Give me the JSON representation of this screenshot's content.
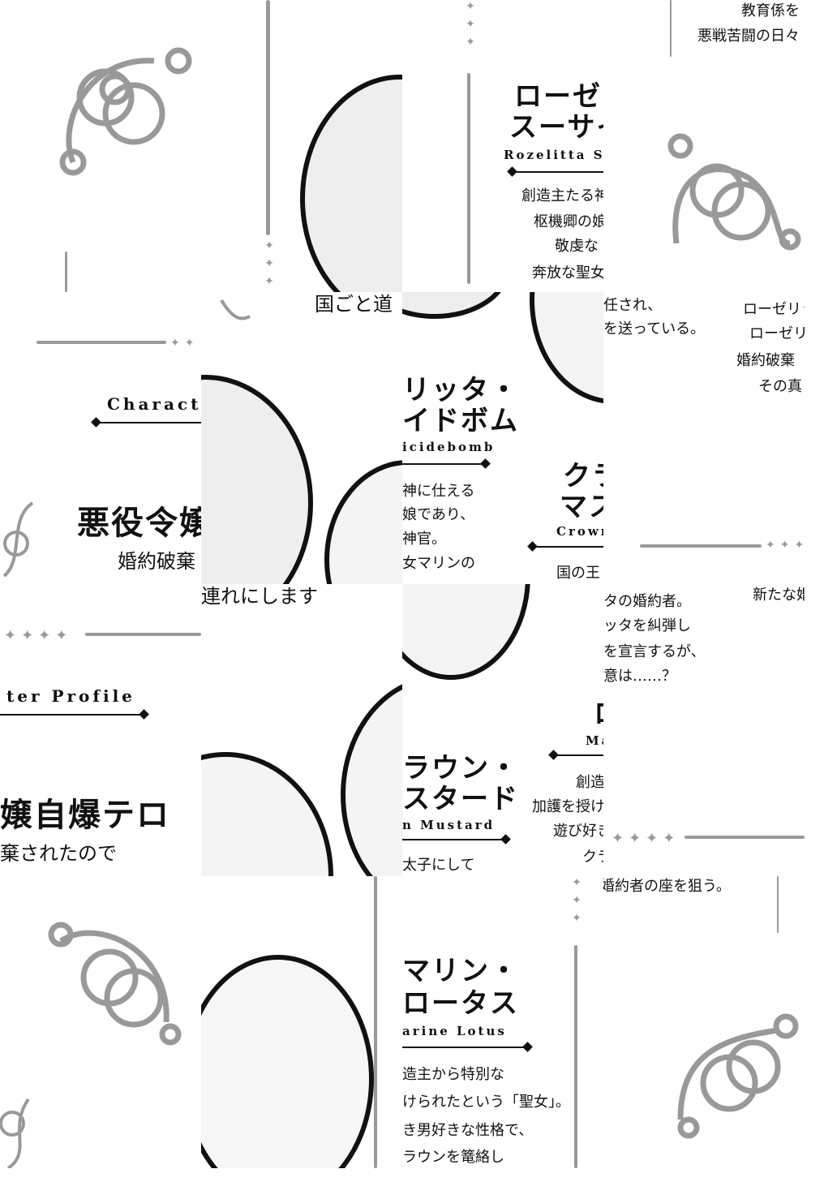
{
  "page": {
    "header": {
      "eng_left": "Charact",
      "eng_right": "ter Profile"
    },
    "title": {
      "main_left": "悪役令嬢",
      "main_right": "嬢自爆テロ",
      "sub_left": "婚約破棄",
      "sub_right": "棄されたので",
      "sub2_a": "国ごと道",
      "sub2_b": "連れにします"
    },
    "rozelitta": {
      "name1": "ローゼリ",
      "name2": "スーサイ",
      "roman": "Rozelitta Su",
      "name1b": "リッタ・",
      "name2b": "イドボム",
      "romanb": "icidebomb",
      "desc": [
        "創造主たる神",
        "枢機卿の娘",
        "敬虔な",
        "奔放な聖女"
      ],
      "descb": [
        "神に仕える",
        "娘であり、",
        "神官。",
        "女マリンの"
      ],
      "descc": [
        "任され、",
        "を送っている。"
      ],
      "descd": [
        "教育係を",
        "悪戦苦闘の日々"
      ]
    },
    "crown": {
      "name1": "クラ",
      "name2": "マス",
      "roman": "Crown",
      "name1b": "ラウン・",
      "name2b": "スタード",
      "romanb": "n Mustard",
      "desc_a": "国の王",
      "desc_b": "太子にして",
      "desc_c": [
        "タの婚約者。",
        "ッタを糾弾し",
        "を宣言するが、",
        "意は……？"
      ],
      "desc_d": [
        "ローゼリッ",
        "ローゼリ",
        "婚約破棄",
        "その真"
      ]
    },
    "marine": {
      "name1": "ロ",
      "roman": "Ma",
      "name1b": "マリン・",
      "name2b": "ロータス",
      "romanb": "arine Lotus",
      "desc_a": [
        "創造",
        "加護を授け",
        "遊び好き",
        "クラ"
      ],
      "desc_b": [
        "造主から特別な",
        "けられたという「聖女」。",
        "き男好きな性格で、",
        "ラウンを篭絡し"
      ],
      "desc_c": "新たな婚",
      "desc_d": "婚約者の座を狙う。"
    },
    "colors": {
      "ink": "#111111",
      "ornament": "#999999"
    }
  }
}
